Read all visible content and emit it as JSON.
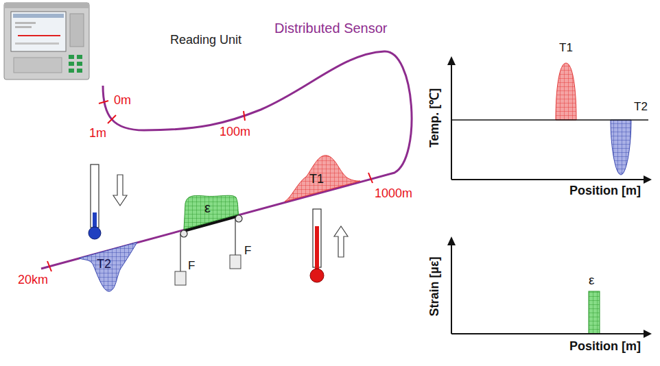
{
  "diagram": {
    "nodes": [
      {
        "text": [
          "T2"
        ]
      },
      {
        "text": [
          "ε"
        ]
      },
      {
        "text": [
          "T1"
        ]
      }
    ],
    "labels": [
      "Reading Unit",
      "Distributed Sensor",
      "0m",
      "1m",
      "100m",
      "1000m",
      "20km",
      "F",
      "F",
      "T1",
      "T2",
      "Temp. [℃]",
      "Position [m]",
      "Strain [µε]",
      "ε",
      "Position [m]"
    ]
  }
}
